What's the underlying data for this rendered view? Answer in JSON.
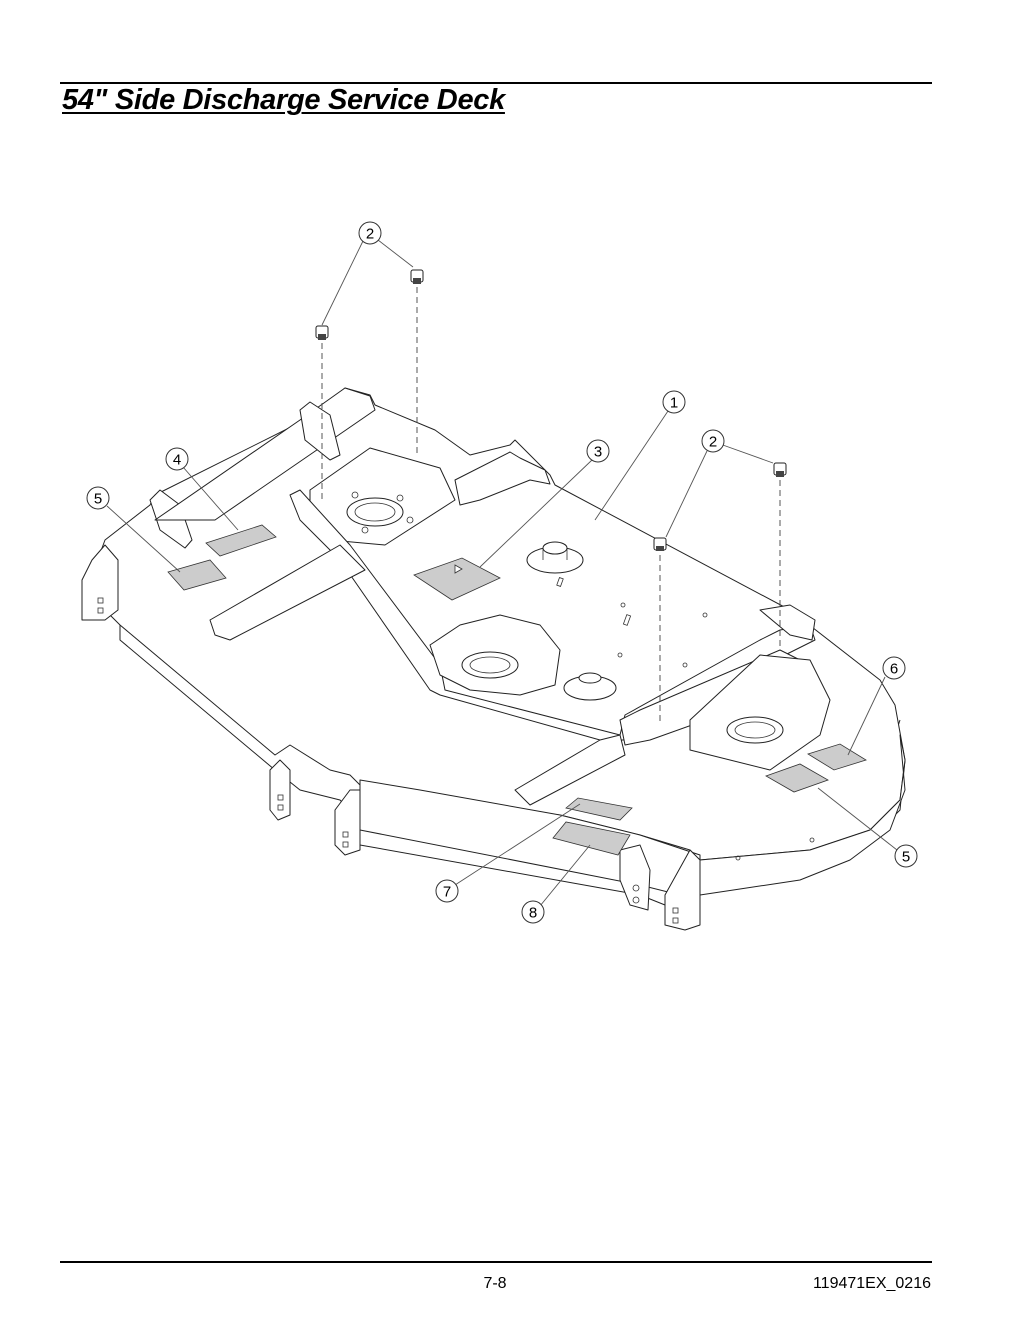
{
  "header": {
    "title": "54\" Side Discharge Service Deck"
  },
  "footer": {
    "page_number": "7-8",
    "document_code": "119471EX_0216"
  },
  "callouts": [
    {
      "id": "c2a",
      "label": "2"
    },
    {
      "id": "c1",
      "label": "1"
    },
    {
      "id": "c3",
      "label": "3"
    },
    {
      "id": "c2b",
      "label": "2"
    },
    {
      "id": "c4",
      "label": "4"
    },
    {
      "id": "c5a",
      "label": "5"
    },
    {
      "id": "c6",
      "label": "6"
    },
    {
      "id": "c5b",
      "label": "5"
    },
    {
      "id": "c7",
      "label": "7"
    },
    {
      "id": "c8",
      "label": "8"
    }
  ]
}
